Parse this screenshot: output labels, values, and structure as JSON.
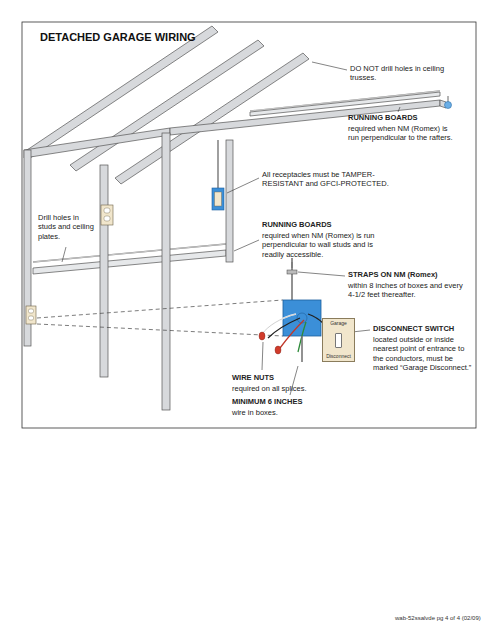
{
  "diagram": {
    "title": "DETACHED GARAGE WIRING",
    "nodes": [
      {
        "text": [
          "Garage",
          "Disconnect"
        ]
      }
    ],
    "labels": [
      "DO NOT drill holes in ceiling trusses.",
      "RUNNING BOARDS",
      "required when NM (Romex) is run perpendicular to the rafters.",
      "All receptacles must be TAMPER-RESISTANT and GFCI-PROTECTED.",
      "Drill holes in studs and ceiling plates.",
      "RUNNING BOARDS",
      "required when NM (Romex) is run perpendicular to wall studs and is readily accessible.",
      "STRAPS ON NM (Romex)",
      "within 8 inches of boxes and every 4-1/2 feet thereafter.",
      "DISCONNECT SWITCH",
      "located outside or inside nearest point of entrance to the conductors, must be marked “Garage Disconnect.”",
      "WIRE NUTS",
      "required on all splices.",
      "MINIMUM 6 INCHES",
      "wire in boxes.",
      "wab-52ssalvde pg 4 of 4 (02/09)"
    ]
  }
}
